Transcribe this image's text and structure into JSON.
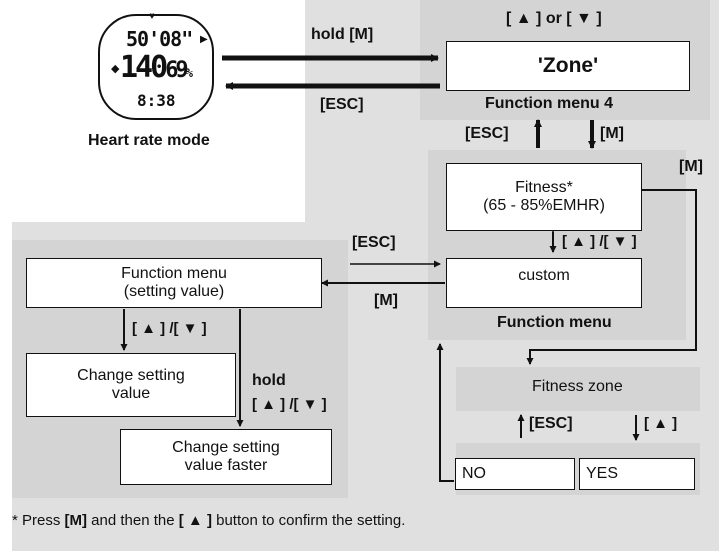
{
  "watch": {
    "line1": "50'08\"",
    "line2": "140",
    "line2_small": "69",
    "line2_unit": "%",
    "line3": "8:38",
    "caption": "Heart rate mode"
  },
  "labels": {
    "hold_m": "hold [M]",
    "esc_top": "[ESC]",
    "up_or_down": "[ ▲ ] or [ ▼ ]",
    "esc_mid": "[ESC]",
    "m_mid": "[M]",
    "m_right": "[M]",
    "esc_left": "[ESC]",
    "m_left": "[M]",
    "up_down_1": "[ ▲ ] /[ ▼ ]",
    "up_down_2": "[ ▲ ] /[ ▼ ]",
    "hold": "hold",
    "up_down_3": "[ ▲ ] /[ ▼ ]",
    "esc_zone": "[ESC]",
    "up_zone": "[ ▲ ]"
  },
  "boxes": {
    "zone": "'Zone'",
    "function_menu_4": "Function menu 4",
    "fitness_line1": "Fitness*",
    "fitness_line2": "(65 - 85%EMHR)",
    "custom": "custom",
    "function_menu": "Function menu",
    "setting_line1": "Function menu",
    "setting_line2": "(setting value)",
    "change_line1": "Change setting",
    "change_line2": "value",
    "faster_line1": "Change setting",
    "faster_line2": "value faster",
    "fitness_zone": "Fitness zone",
    "no": "NO",
    "yes": "YES"
  },
  "footnote": {
    "pre": "* Press ",
    "m": "[M]",
    "mid": " and then the ",
    "btn": "[ ▲ ]",
    "post": " button to confirm the setting."
  }
}
